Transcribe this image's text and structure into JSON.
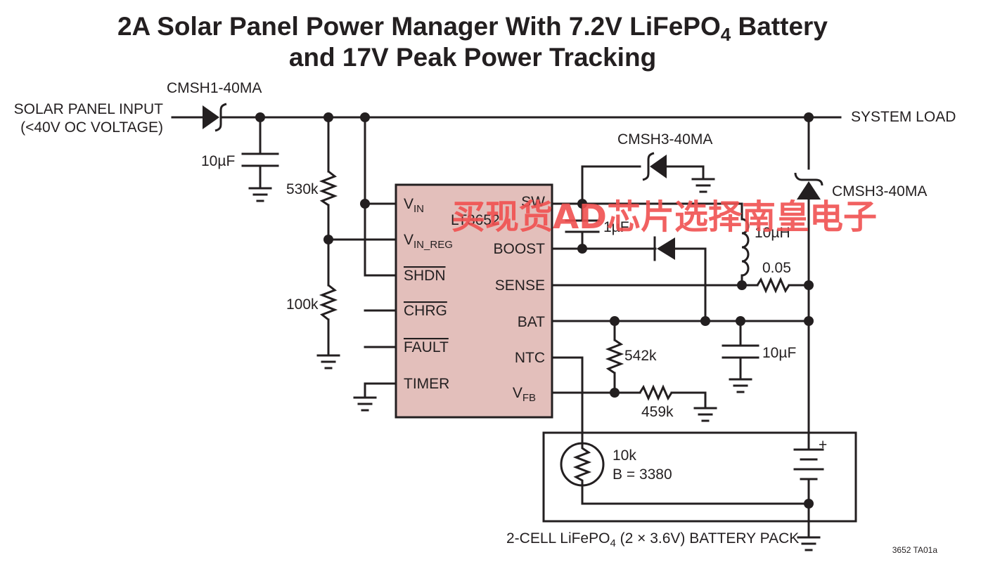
{
  "title": {
    "line1_main": "2A Solar Panel Power Manager With 7.2V LiFePO",
    "line1_sub": "4",
    "line1_end": " Battery",
    "line2": "and 17V Peak Power Tracking"
  },
  "labels": {
    "input_line1": "SOLAR PANEL INPUT",
    "input_line2": "(<40V OC VOLTAGE)",
    "diode_in": "CMSH1-40MA",
    "cap_in": "10µF",
    "res_top": "530k",
    "res_bot": "100k",
    "system_load": "SYSTEM LOAD",
    "diode_sw": "CMSH3-40MA",
    "diode_load": "CMSH3-40MA",
    "cap_boost": "1µF",
    "inductor": "10µH",
    "sense_res": "0.05",
    "cap_bat": "10µF",
    "res_fb_top": "542k",
    "res_fb_bot": "459k",
    "thermistor_1": "10k",
    "thermistor_2": "B = 3380",
    "battery_plus": "+",
    "pack_main": "2-CELL LiFePO",
    "pack_sub": "4",
    "pack_end": " (2 × 3.6V) BATTERY PACK",
    "figure_id": "3652 TA01a"
  },
  "ic": {
    "part": "LT3652",
    "pins_left": {
      "vin": "V",
      "vin_sub": "IN",
      "vinreg": "V",
      "vinreg_sub": "IN_REG",
      "shdn": "SHDN",
      "chrg": "CHRG",
      "fault": "FAULT",
      "timer": "TIMER"
    },
    "pins_right": {
      "sw": "SW",
      "boost": "BOOST",
      "sense": "SENSE",
      "bat": "BAT",
      "ntc": "NTC",
      "vfb": "V",
      "vfb_sub": "FB"
    }
  },
  "watermark": "买现货AD芯片选择南皇电子",
  "colors": {
    "ink": "#231f20",
    "ic_fill": "#e3bfbb",
    "watermark": "#f05050"
  }
}
